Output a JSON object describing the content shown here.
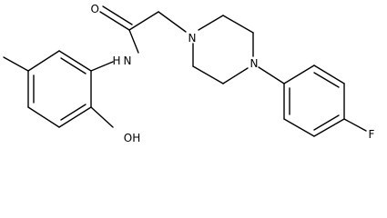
{
  "molecule": {
    "atom_labels": {
      "oxygen": "O",
      "amide_nitrogen": "N",
      "amide_hydrogen": "H",
      "piperazine_n1": "N",
      "piperazine_n4": "N",
      "fluorine": "F",
      "hydroxyl": "OH"
    },
    "colors": {
      "bond": "#000000",
      "label": "#000000",
      "background": "#ffffff"
    }
  }
}
